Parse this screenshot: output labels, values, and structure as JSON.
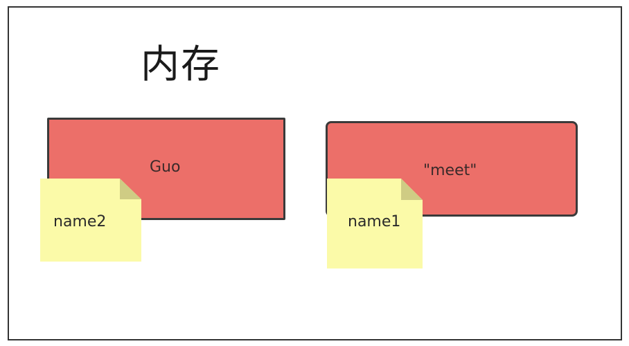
{
  "title": "内存",
  "colors": {
    "box_fill": "#ec6f69",
    "box_border": "#3a3a3a",
    "note_fill": "#fbfaa8",
    "note_fold": "#cfcc84",
    "frame_border": "#333333"
  },
  "boxes": [
    {
      "value": "Guo"
    },
    {
      "value": "\"meet\""
    }
  ],
  "notes": [
    {
      "label": "name2"
    },
    {
      "label": "name1"
    }
  ]
}
